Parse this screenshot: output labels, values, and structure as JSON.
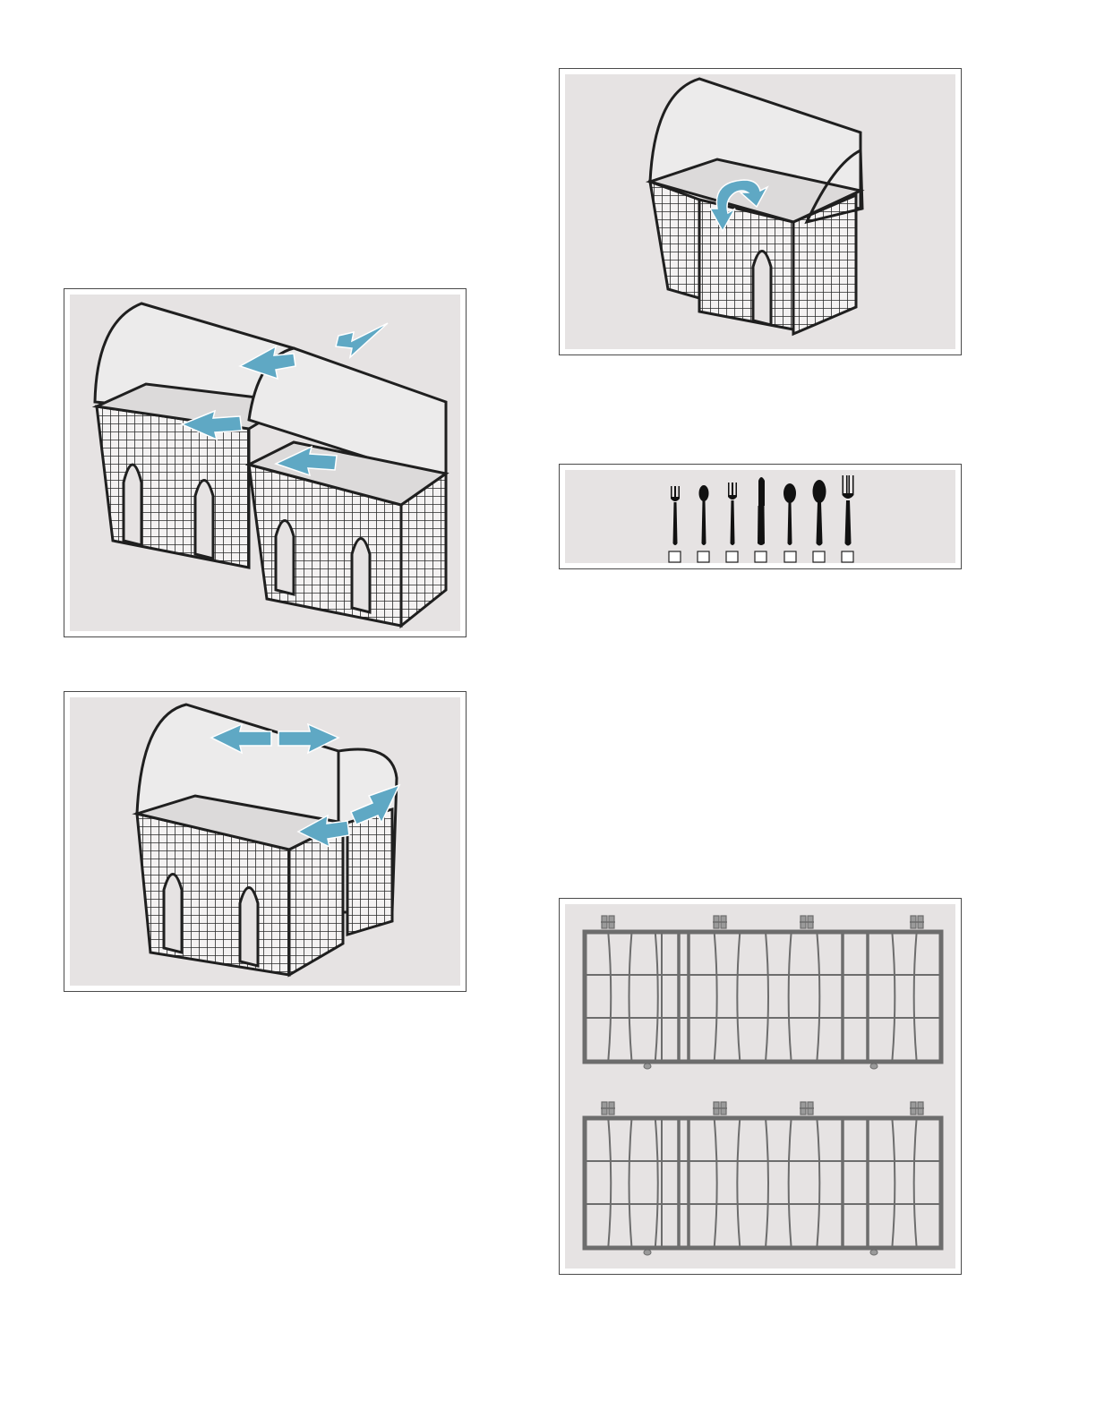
{
  "figures": [
    {
      "id": "basket-pair-slide",
      "arrow_color": "#5fa8c4"
    },
    {
      "id": "basket-single-extend",
      "arrow_color": "#5fa8c4"
    },
    {
      "id": "basket-fold-rotate",
      "arrow_color": "#5fa8c4"
    },
    {
      "id": "cutlery-types",
      "icons": [
        "fork-icon",
        "teaspoon-icon",
        "dessert-fork-icon",
        "knife-icon",
        "soup-spoon-icon",
        "tablespoon-icon",
        "serving-fork-icon"
      ]
    },
    {
      "id": "basket-top-view-layouts"
    }
  ],
  "colors": {
    "figure_background": "#e6e3e3",
    "frame_border": "#4a4a4a",
    "arrow": "#5fa8c4",
    "basket_line": "#2a2a2a",
    "grid_line": "#6d6d6d"
  }
}
